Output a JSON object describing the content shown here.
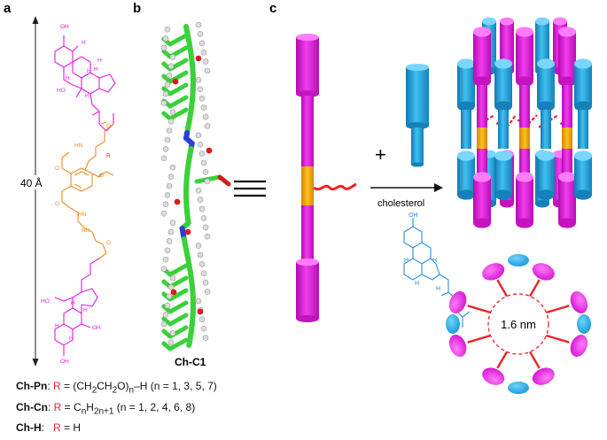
{
  "panels": {
    "a": "a",
    "b": "b",
    "c": "c"
  },
  "panel_a": {
    "dimension": "40 Å",
    "r_group": "R"
  },
  "panel_b": {
    "caption": "Ch-C1"
  },
  "panel_c": {
    "plus": "+",
    "equals": "≡",
    "arrow_label": "cholesterol",
    "pore_diameter": "1.6 nm",
    "chol_oh": "OH",
    "chol_h": "H"
  },
  "legend": [
    {
      "name": "Ch-Pn",
      "sep": ": ",
      "r": "R",
      "pre": " = (CH",
      "formula_html": "(CH<sub>2</sub>CH<sub>2</sub>O)<sub>n</sub>–H (n = 1, 3, 5, 7)"
    },
    {
      "name": "Ch-Cn",
      "sep": ": ",
      "r": "R",
      "formula_html": "C<sub>n</sub>H<sub>2n+1</sub> (n = 1, 2, 4, 6, 8)"
    },
    {
      "name": "Ch-H",
      "sep": ":  ",
      "r": "R",
      "formula_html": "H"
    }
  ],
  "legend_text": [
    "Ch-Pn: R = (CH2CH2O)n–H (n = 1, 3, 5, 7)",
    "Ch-Cn: R = CnH2n+1 (n = 1, 2, 4, 6, 8)",
    "Ch-H: R = H"
  ],
  "colors": {
    "magenta": "#e619e0",
    "cyan": "#1ea3dc",
    "orange": "#f08a2a",
    "gold": "#f5a300",
    "red": "#e8252b",
    "green": "#3ad13a",
    "blue": "#2a3fd6",
    "chol_blue": "#2b8be0"
  }
}
